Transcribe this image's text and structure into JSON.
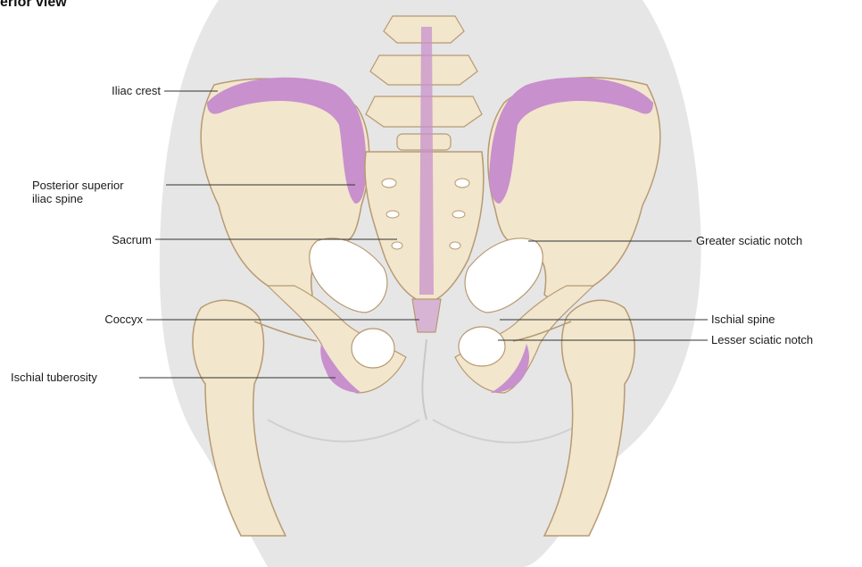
{
  "title": "erior view",
  "colors": {
    "background": "#ffffff",
    "body": "#e6e6e6",
    "bone": "#f2e6cc",
    "bone_outline": "#b79a72",
    "highlight": "#c890cc",
    "leader": "#333333"
  },
  "labels": {
    "iliac_crest": "Iliac crest",
    "psis_line1": "Posterior superior",
    "psis_line2": "iliac spine",
    "sacrum": "Sacrum",
    "coccyx": "Coccyx",
    "ischial_tuberosity": "Ischial tuberosity",
    "greater_sciatic_notch": "Greater sciatic notch",
    "ischial_spine": "Ischial spine",
    "lesser_sciatic_notch": "Lesser sciatic notch"
  }
}
